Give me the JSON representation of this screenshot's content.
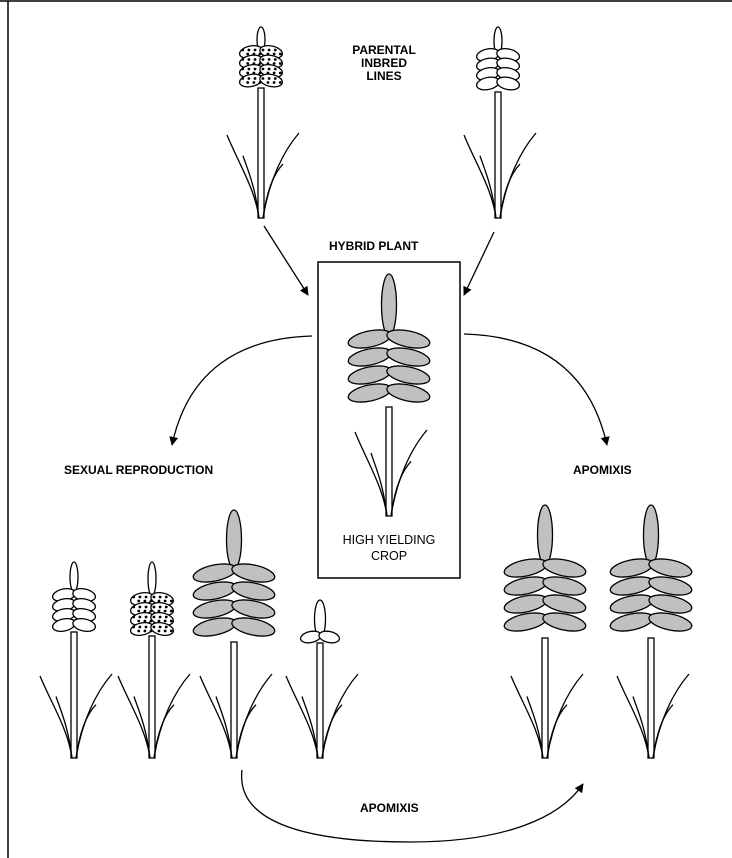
{
  "labels": {
    "parental_line1": "PARENTAL",
    "parental_line2": "INBRED",
    "parental_line3": "LINES",
    "hybrid_plant": "HYBRID PLANT",
    "crop_line1": "HIGH YIELDING",
    "crop_line2": "CROP",
    "sexual_reproduction": "SEXUAL REPRODUCTION",
    "apomixis_right": "APOMIXIS",
    "apomixis_bottom": "APOMIXIS"
  },
  "colors": {
    "grain_fill": "#c0c0c0",
    "line": "#000000",
    "background": "#ffffff"
  }
}
